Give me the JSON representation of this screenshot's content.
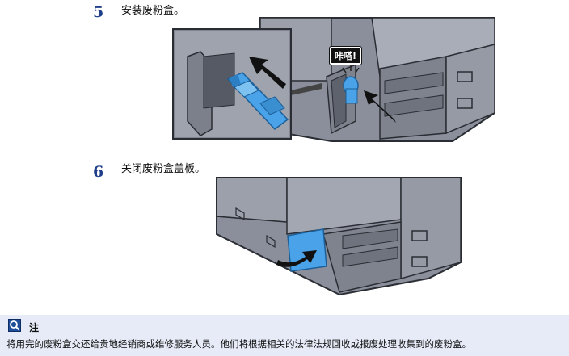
{
  "steps": [
    {
      "number": "5",
      "text": "安装废粉盒。"
    },
    {
      "number": "6",
      "text": "关闭废粉盒盖板。"
    }
  ],
  "callout": {
    "text": "咔嗒!"
  },
  "note": {
    "title": "注",
    "icon": "note-icon",
    "text": "将用完的废粉盒交还给贵地经销商或维修服务人员。他们将根据相关的法律法规回收或报废处理收集到的废粉盒。"
  },
  "colors": {
    "accent": "#4aa3e8",
    "machine": "#8a8f9b",
    "note_bg": "#e6ebf7",
    "step_number": "#1f3f8a"
  }
}
